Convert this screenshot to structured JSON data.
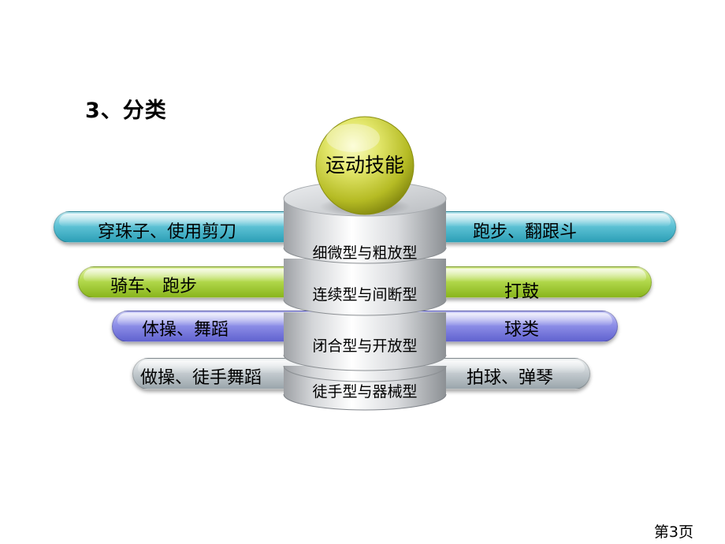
{
  "title": "3、分类",
  "center_label": "运动技能",
  "layers": [
    "细微型与粗放型",
    "连续型与间断型",
    "闭合型与开放型",
    "徒手型与器械型"
  ],
  "rows": [
    {
      "left": "穿珠子、使用剪刀",
      "right": "跑步、翻跟斗",
      "color": "#5fc3d6"
    },
    {
      "left": "骑车、跑步",
      "right": "打鼓",
      "color": "#b3d94d"
    },
    {
      "left": "体操、舞蹈",
      "right": "球类",
      "color": "#8e8fe8"
    },
    {
      "left": "做操、徒手舞蹈",
      "right": "拍球、弹琴",
      "color": "#c6cdd1"
    }
  ],
  "page_label": "第3页"
}
